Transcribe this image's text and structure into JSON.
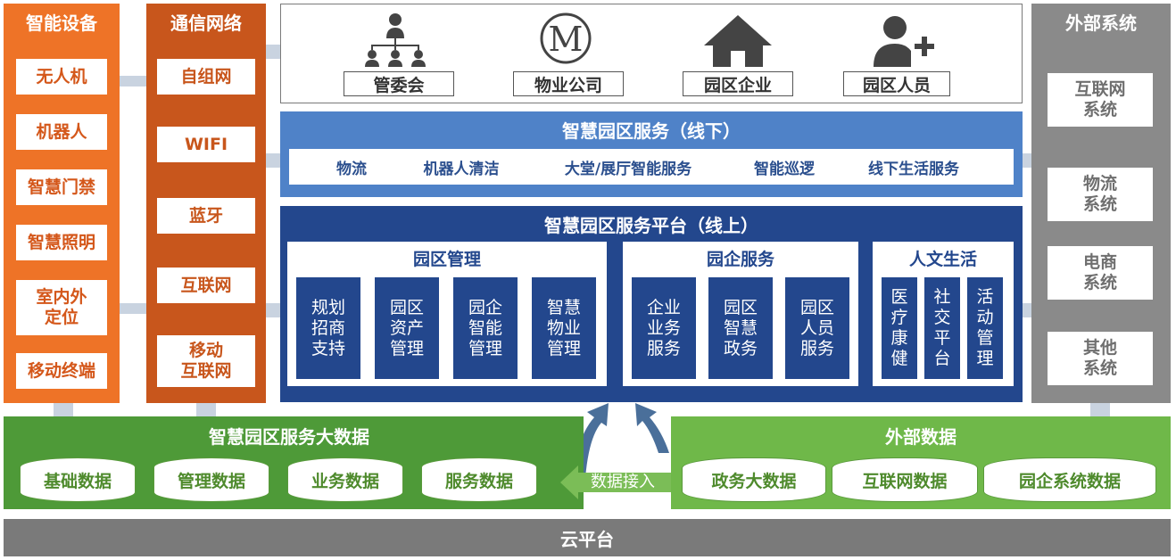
{
  "devices": {
    "title": "智能设备",
    "items": [
      "无人机",
      "机器人",
      "智慧门禁",
      "智慧照明",
      "室内外\n定位",
      "移动终端"
    ]
  },
  "network": {
    "title": "通信网络",
    "items": [
      "自组网",
      "WIFI",
      "蓝牙",
      "互联网",
      "移动\n互联网"
    ]
  },
  "external_systems": {
    "title": "外部系统",
    "items": [
      "互联网\n系统",
      "物流\n系统",
      "电商\n系统",
      "其他\n系统"
    ]
  },
  "roles": {
    "items": [
      {
        "label": "管委会",
        "icon": "org-chart-icon"
      },
      {
        "label": "物业公司",
        "icon": "metro-m-icon"
      },
      {
        "label": "园区企业",
        "icon": "house-icon"
      },
      {
        "label": "园区人员",
        "icon": "add-user-icon"
      }
    ]
  },
  "offline": {
    "title": "智慧园区服务（线下）",
    "items": [
      "物流",
      "机器人清洁",
      "大堂/展厅智能服务",
      "智能巡逻",
      "线下生活服务"
    ]
  },
  "online": {
    "title": "智慧园区服务平台（线上）",
    "groups": [
      {
        "title": "园区管理",
        "tiles": [
          "规划\n招商\n支持",
          "园区\n资产\n管理",
          "园企\n智能\n管理",
          "智慧\n物业\n管理"
        ]
      },
      {
        "title": "园企服务",
        "tiles": [
          "企业\n业务\n服务",
          "园区\n智慧\n政务",
          "园区\n人员\n服务"
        ]
      },
      {
        "title": "人文生活",
        "tiles": [
          "医\n疗\n康\n健",
          "社\n交\n平\n台",
          "活\n动\n管\n理"
        ]
      }
    ]
  },
  "bigdata": {
    "title": "智慧园区服务大数据",
    "items": [
      "基础数据",
      "管理数据",
      "业务数据",
      "服务数据"
    ]
  },
  "access_label": "数据接入",
  "extdata": {
    "title": "外部数据",
    "items": [
      "政务大数据",
      "互联网数据",
      "园企系统数据"
    ]
  },
  "cloud": "云平台",
  "colors": {
    "orange": "#ee7327",
    "dark_orange": "#c8561c",
    "gray": "#8a8a8a",
    "blue": "#4f82c8",
    "navy": "#23478d",
    "green": "#4e9a38",
    "light_green": "#6fb849"
  }
}
